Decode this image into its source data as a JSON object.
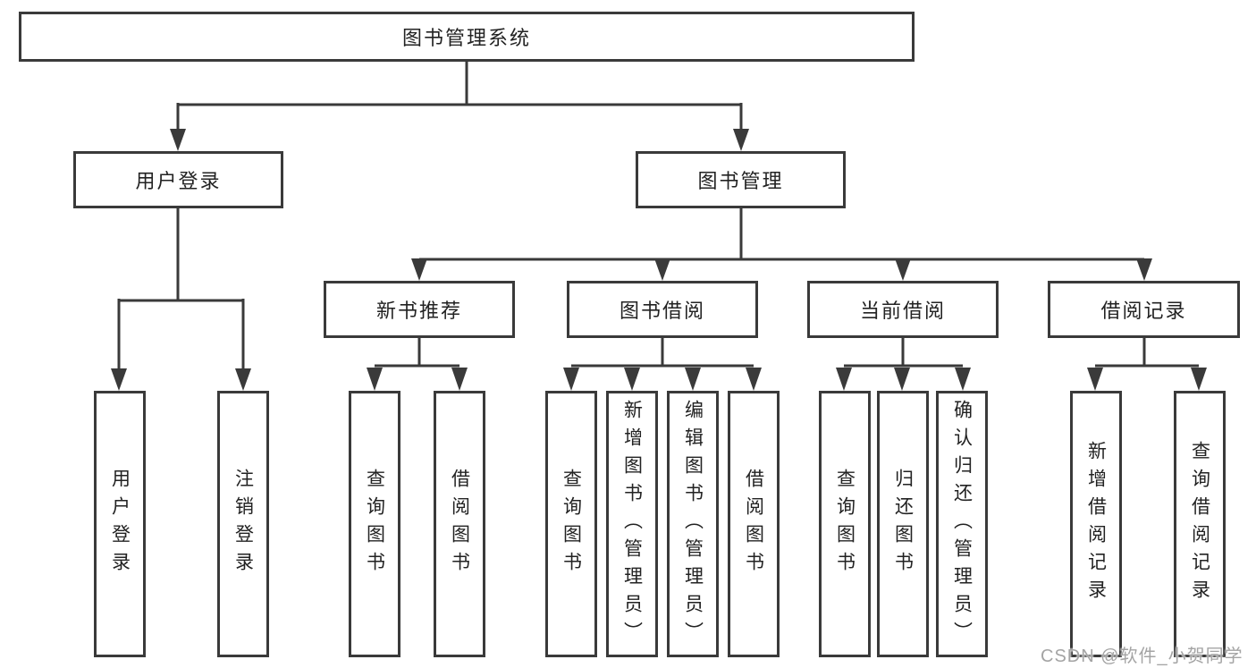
{
  "tree": {
    "root": {
      "label": "图书管理系统"
    },
    "branches": [
      {
        "label": "用户登录",
        "children": [
          {
            "label": "用户登录"
          },
          {
            "label": "注销登录"
          }
        ]
      },
      {
        "label": "图书管理",
        "groups": [
          {
            "label": "新书推荐",
            "children": [
              {
                "label": "查询图书"
              },
              {
                "label": "借阅图书"
              }
            ]
          },
          {
            "label": "图书借阅",
            "children": [
              {
                "label": "查询图书"
              },
              {
                "label": "新增图书（管理员）"
              },
              {
                "label": "编辑图书（管理员）"
              },
              {
                "label": "借阅图书"
              }
            ]
          },
          {
            "label": "当前借阅",
            "children": [
              {
                "label": "查询图书"
              },
              {
                "label": "归还图书"
              },
              {
                "label": "确认归还（管理员）"
              }
            ]
          },
          {
            "label": "借阅记录",
            "children": [
              {
                "label": "新增借阅记录"
              },
              {
                "label": "查询借阅记录"
              }
            ]
          }
        ]
      }
    ]
  },
  "watermark": "CSDN @软件_小贺同学",
  "colors": {
    "line": "#3a3a3a",
    "text": "#222222",
    "watermark": "#a4a4a4",
    "background": "#ffffff"
  }
}
